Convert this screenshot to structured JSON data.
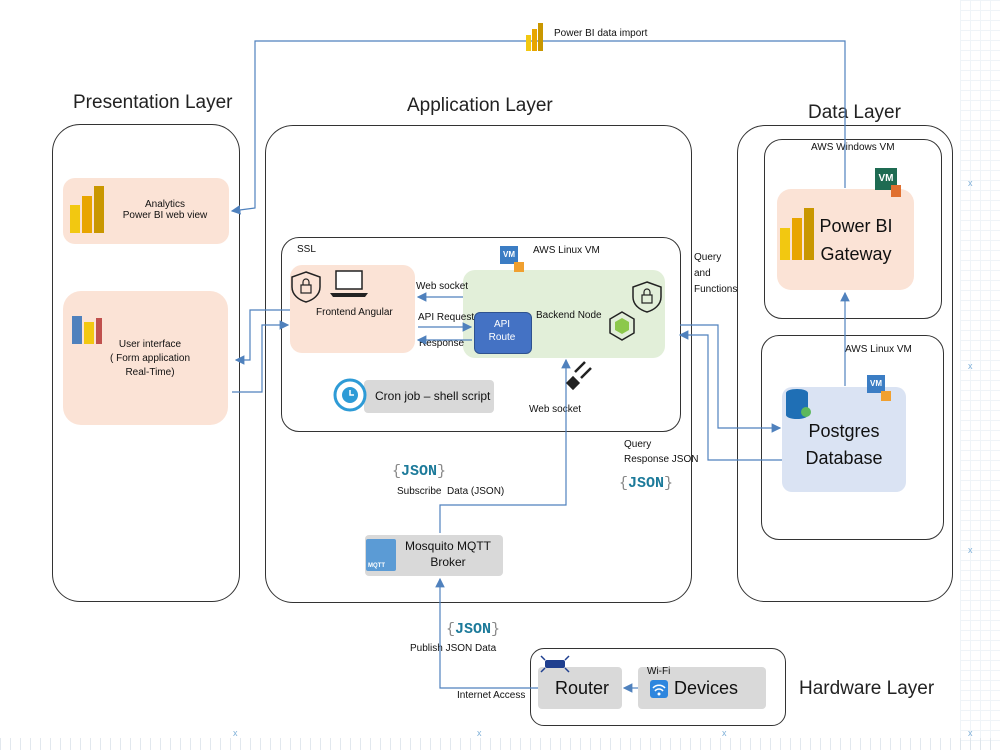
{
  "layers": {
    "presentation": "Presentation Layer",
    "application": "Application Layer",
    "data": "Data Layer",
    "hardware": "Hardware Layer"
  },
  "top_flow": {
    "label": "Power BI data import"
  },
  "presentation": {
    "analytics": {
      "line1": "Analytics",
      "line2": "Power BI web view"
    },
    "ui": {
      "line1": "User interface",
      "line2": "( Form application",
      "line3": "Real-Time)"
    }
  },
  "application": {
    "ssl": "SSL",
    "linux_vm": "AWS Linux VM",
    "vm_badge": "VM",
    "frontend": "Frontend Angular",
    "backend": "Backend Node",
    "api_route": {
      "line1": "API",
      "line2": "Route"
    },
    "web_socket_top": "Web socket",
    "api_request": "API Request",
    "response": "Response",
    "cron": "Cron job – shell script",
    "web_socket_bottom": "Web socket",
    "query_functions": {
      "line1": "Query",
      "line2": "and",
      "line3": "Functions"
    },
    "query_response": {
      "line1": "Query",
      "line2": "Response JSON"
    },
    "json_tag": "JSON",
    "subscribe": "Subscribe  Data (JSON)",
    "mqtt": {
      "line1": "Mosquito MQTT",
      "line2": "Broker",
      "badge": "MQTT"
    }
  },
  "data": {
    "windows_vm": "AWS Windows VM",
    "gateway": {
      "line1": "Power BI",
      "line2": "Gateway"
    },
    "linux_vm": "AWS Linux VM",
    "postgres": {
      "line1": "Postgres",
      "line2": "Database"
    }
  },
  "hardware": {
    "publish": "Publish JSON Data",
    "internet": "Internet Access",
    "router": "Router",
    "wifi": "Wi-Fi",
    "devices": "Devices"
  },
  "colors": {
    "arrow": "#4f81bd",
    "peach": "#fbe3d6",
    "green": "#e2efd9",
    "blue": "#dae3f3",
    "gray": "#d9d9d9",
    "json": "#1c7a9a"
  }
}
